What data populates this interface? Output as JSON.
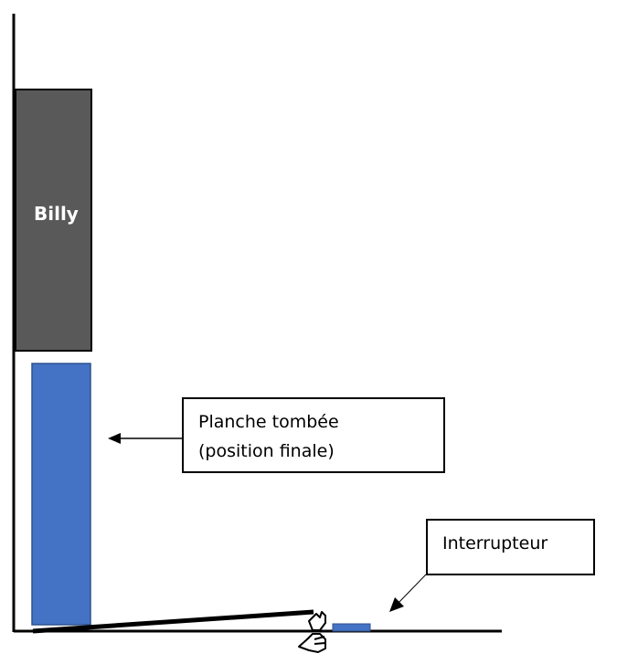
{
  "diagram": {
    "bookcase": {
      "label": "Billy",
      "color": "#595959"
    },
    "board": {
      "color": "#4472c4"
    },
    "callouts": {
      "board_note": {
        "line1": "Planche tombée",
        "line2": "(position finale)"
      },
      "switch_note": {
        "label": "Interrupteur"
      }
    },
    "switch": {
      "color": "#4472c4"
    },
    "icons": {
      "hands": "clapping-hands-icon"
    }
  }
}
